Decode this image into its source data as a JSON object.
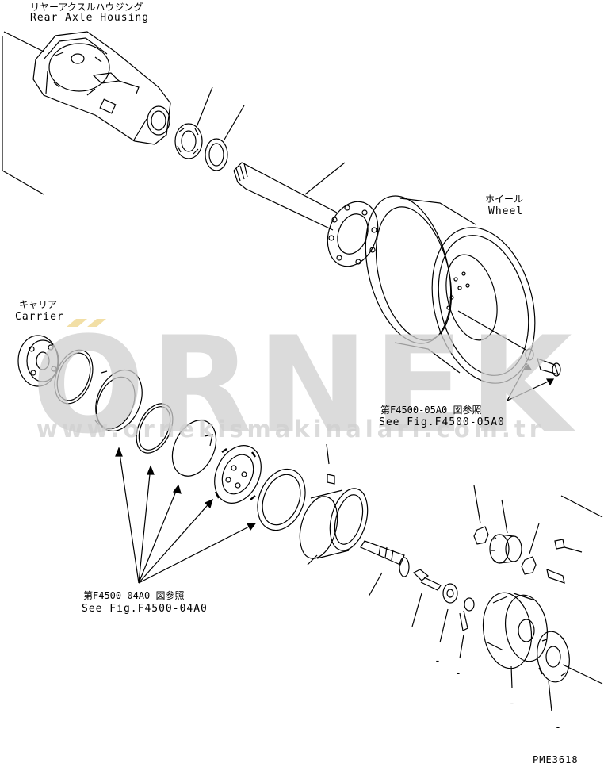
{
  "labels": {
    "housing_jp": "リヤーアクスルハウジング",
    "housing_en": "Rear Axle Housing",
    "wheel_jp": "ホイール",
    "wheel_en": "Wheel",
    "carrier_jp": "キャリア",
    "carrier_en": "Carrier",
    "ref_05_jp": "第F4500-05A0 図参照",
    "ref_05_en": "See Fig.F4500-05A0",
    "ref_04_jp": "第F4500-04A0 図参照",
    "ref_04_en": "See Fig.F4500-04A0",
    "drawing_code": "PME3618",
    "part_marks": [
      "-",
      "-",
      "-",
      "-"
    ]
  },
  "watermark": {
    "logo": "ORNEK",
    "url": "www.ornekismakinalari.com.tr",
    "logo_color": "#cfcfcf",
    "accent_color": "#f2dfa6"
  }
}
